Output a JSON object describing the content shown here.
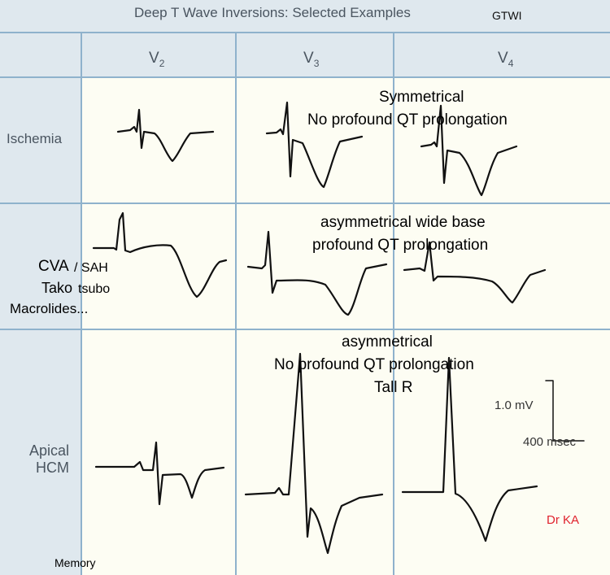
{
  "title": "Deep T Wave Inversions: Selected Examples",
  "tag": "GTWI",
  "leads": [
    {
      "name": "V",
      "sub": "2"
    },
    {
      "name": "V",
      "sub": "3"
    },
    {
      "name": "V",
      "sub": "4"
    }
  ],
  "rows": {
    "ischemia": "Ischemia",
    "cva": "CVA",
    "sah": "/ SAH",
    "tako": "Tako",
    "tsubo": "tsubo",
    "macrolides": "Macrolides...",
    "apical": "Apical",
    "hcm": "HCM"
  },
  "annotations": {
    "ischemia_1": "Symmetrical",
    "ischemia_2": "No profound QT prolongation",
    "cva_1": "asymmetrical wide base",
    "cva_2": "profound QT prolongation",
    "hcm_1": "asymmetrical",
    "hcm_2": "No profound QT prolongation",
    "hcm_3": "Tall R"
  },
  "scale": {
    "voltage": "1.0 mV",
    "time": "400 msec"
  },
  "credit": "Dr KA",
  "footer": "Memory",
  "colors": {
    "header_bg": "#dfe8ee",
    "side_bg": "#dfe8ee",
    "cell_bg": "#fdfdf3",
    "grid_line": "#8fb2cc",
    "trace": "#111111",
    "credit": "#e0222d"
  }
}
